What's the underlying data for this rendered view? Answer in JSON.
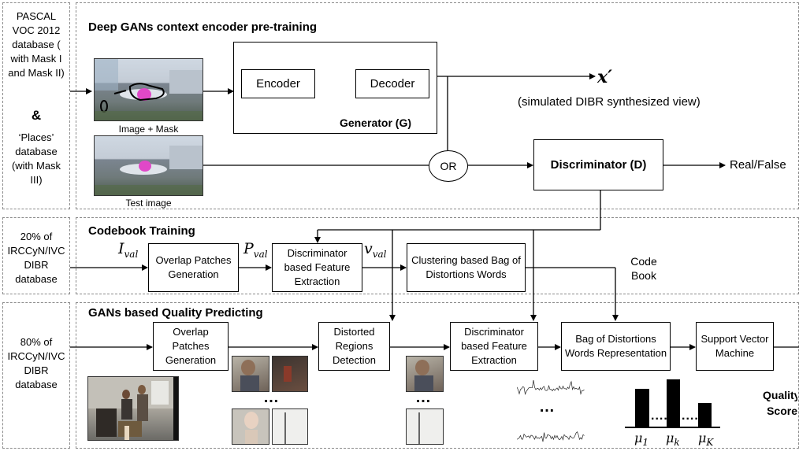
{
  "left_labels": {
    "top": "PASCAL VOC 2012 database ( with Mask I and Mask II)",
    "amp": "&",
    "places": "‘Places’ database (with Mask III)",
    "middle": "20% of IRCCyN/IVC DIBR database",
    "bottom": "80% of IRCCyN/IVC DIBR database"
  },
  "sections": {
    "pretrain": "Deep GANs context encoder pre-training",
    "codebook": "Codebook Training",
    "predict": "GANs based Quality Predicting"
  },
  "pretrain": {
    "image_mask_caption": "Image + Mask",
    "test_image_caption": "Test image",
    "encoder": "Encoder",
    "decoder": "Decoder",
    "generator": "Generator (G)",
    "x_prime": "x′",
    "simulated": "(simulated  DIBR synthesized view)",
    "or": "OR",
    "discriminator": "Discriminator (D)",
    "real_false": "Real/False"
  },
  "codebook": {
    "i_val": "I",
    "i_val_sub": "val",
    "p_val": "P",
    "p_val_sub": "val",
    "v_val": "v",
    "v_val_sub": "val",
    "overlap": "Overlap Patches Generation",
    "disc_feature": "Discriminator based Feature Extraction",
    "clustering": "Clustering based Bag of Distortions Words",
    "code_book": "Code Book"
  },
  "predict": {
    "overlap": "Overlap Patches Generation",
    "distorted": "Distorted Regions Detection",
    "disc_feature": "Discriminator based Feature Extraction",
    "bow": "Bag of Distortions Words Representation",
    "svm": "Support Vector Machine",
    "dots": "…",
    "quality": "Quality Score",
    "mu1": "μ",
    "mu1_sub": "1",
    "muk": "μ",
    "muk_sub": "k",
    "muK": "μ",
    "muK_sub": "K",
    "histogram_values": [
      0.76,
      0.95,
      0.48
    ]
  }
}
